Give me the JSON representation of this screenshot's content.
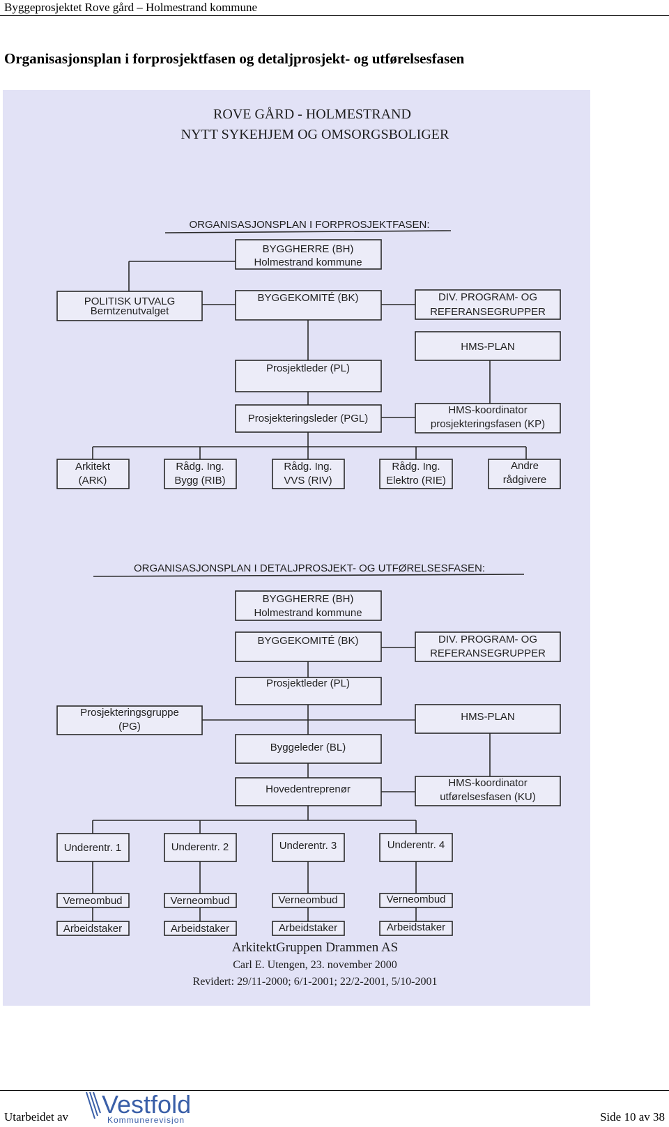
{
  "header": {
    "text": "Byggeprosjektet Rove gård – Holmestrand kommune"
  },
  "page_title": "Organisasjonsplan i forprosjektfasen og detaljprosjekt- og utførelsesfasen",
  "scan": {
    "title_line1": "ROVE GÅRD - HOLMESTRAND",
    "title_line2": "NYTT SYKEHJEM OG OMSORGSBOLIGER",
    "section1": {
      "heading": "ORGANISASJONSPLAN I FORPROSJEKTFASEN:",
      "bh_line1": "BYGGHERRE (BH)",
      "bh_line2": "Holmestrand kommune",
      "pol_line1": "POLITISK UTVALG",
      "pol_line2": "Berntzenutvalget",
      "bk": "BYGGEKOMITÉ (BK)",
      "div_line1": "DIV. PROGRAM- OG",
      "div_line2": "REFERANSEGRUPPER",
      "hms": "HMS-PLAN",
      "pl": "Prosjektleder (PL)",
      "pgl": "Prosjekteringsleder (PGL)",
      "kp_line1": "HMS-koordinator",
      "kp_line2": "prosjekteringsfasen (KP)",
      "consultants": [
        {
          "line1": "Arkitekt",
          "line2": "(ARK)"
        },
        {
          "line1": "Rådg. Ing.",
          "line2": "Bygg (RIB)"
        },
        {
          "line1": "Rådg. Ing.",
          "line2": "VVS (RIV)"
        },
        {
          "line1": "Rådg. Ing.",
          "line2": "Elektro (RIE)"
        },
        {
          "line1": "Andre",
          "line2": "rådgivere"
        }
      ]
    },
    "section2": {
      "heading": "ORGANISASJONSPLAN I DETALJPROSJEKT- OG UTFØRELSESFASEN:",
      "bh_line1": "BYGGHERRE (BH)",
      "bh_line2": "Holmestrand kommune",
      "bk": "BYGGEKOMITÉ (BK)",
      "div_line1": "DIV. PROGRAM- OG",
      "div_line2": "REFERANSEGRUPPER",
      "pl": "Prosjektleder (PL)",
      "pg_line1": "Prosjekteringsgruppe",
      "pg_line2": "(PG)",
      "hms": "HMS-PLAN",
      "bl": "Byggeleder (BL)",
      "he": "Hovedentreprenør",
      "ku_line1": "HMS-koordinator",
      "ku_line2": "utførelsesfasen (KU)",
      "sub": [
        "Underentr. 1",
        "Underentr. 2",
        "Underentr. 3",
        "Underentr. 4"
      ],
      "verneombud": "Verneombud",
      "arbeidstaker": "Arbeidstaker"
    },
    "signature": {
      "company": "ArkitektGruppen Drammen AS",
      "author": "Carl E. Utengen, 23. november 2000",
      "revised": "Revidert:  29/11-2000;  6/1-2001; 22/2-2001, 5/10-2001"
    }
  },
  "footer": {
    "left": "Utarbeidet av",
    "logo_word": "Vestfold",
    "logo_sub": "Kommunerevisjon",
    "right": "Side 10 av 38"
  },
  "colors": {
    "scan_background": "#e2e2f6",
    "logo_blue": "#3a5fa8"
  }
}
